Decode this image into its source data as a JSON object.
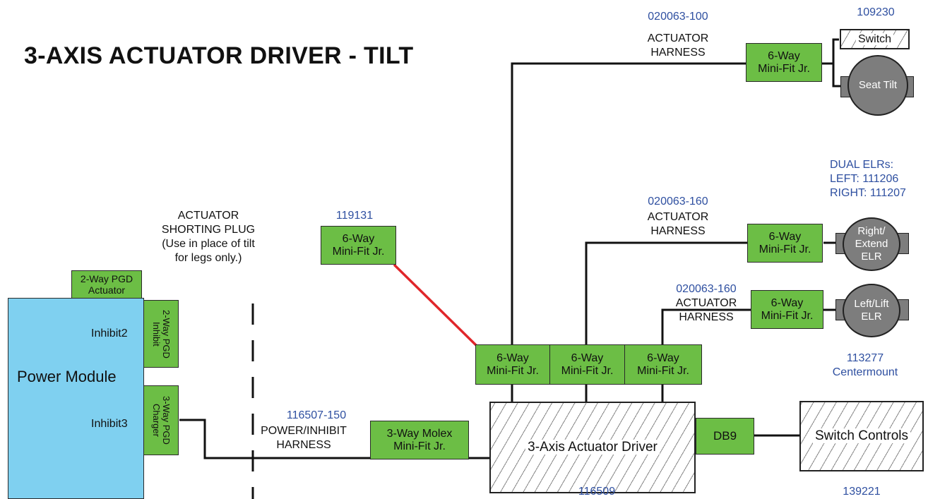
{
  "title": "3-AXIS ACTUATOR DRIVER - TILT",
  "power_module": {
    "label": "Power Module",
    "inhibit2": "Inhibit2",
    "inhibit3": "Inhibit3",
    "pgd_actuator_line1": "2-Way PGD",
    "pgd_actuator_line2": "Actuator",
    "pgd_inhibit": "2-Way PGD Inhibit",
    "pgd_charger": "3-Way PGD Charger"
  },
  "shorting_plug": {
    "line1": "ACTUATOR",
    "line2": "SHORTING PLUG",
    "line3": "(Use in place of tilt",
    "line4": "for legs only.)",
    "part": "119131",
    "conn_line1": "6-Way",
    "conn_line2": "Mini-Fit Jr."
  },
  "power_harness": {
    "part": "116507-150",
    "line1": "POWER/INHIBIT",
    "line2": "HARNESS",
    "conn_line1": "3-Way Molex",
    "conn_line2": "Mini-Fit Jr."
  },
  "driver": {
    "label": "3-Axis Actuator Driver",
    "part": "116509",
    "db9": "DB9",
    "conn_line1": "6-Way",
    "conn_line2": "Mini-Fit Jr."
  },
  "switch_controls": {
    "label": "Switch Controls",
    "part": "139221"
  },
  "tilt_harness": {
    "part": "020063-100",
    "line1": "ACTUATOR",
    "line2": "HARNESS",
    "conn_line1": "6-Way",
    "conn_line2": "Mini-Fit Jr."
  },
  "seat_tilt": {
    "part": "109230",
    "switch": "Switch",
    "label": "Seat Tilt"
  },
  "elr_harness_1": {
    "part": "020063-160",
    "line1": "ACTUATOR",
    "line2": "HARNESS",
    "conn_line1": "6-Way",
    "conn_line2": "Mini-Fit Jr."
  },
  "elr_harness_2": {
    "part": "020063-160",
    "line1": "ACTUATOR",
    "line2": "HARNESS",
    "conn_line1": "6-Way",
    "conn_line2": "Mini-Fit Jr."
  },
  "dual_elrs": {
    "line1": "DUAL ELRs:",
    "line2": "LEFT: 111206",
    "line3": "RIGHT: 111207"
  },
  "right_elr": {
    "line1": "Right/",
    "line2": "Extend",
    "line3": "ELR"
  },
  "left_elr": {
    "line1": "Left/Lift",
    "line2": "ELR"
  },
  "centermount": {
    "line1": "113277",
    "line2": "Centermount"
  },
  "colors": {
    "connector_green": "#6cbe45",
    "power_module_blue": "#7fd0f0",
    "part_number_blue": "#2e4fa0",
    "shorting_wire_red": "#e0262a",
    "actuator_gray": "#7d7d7d"
  }
}
